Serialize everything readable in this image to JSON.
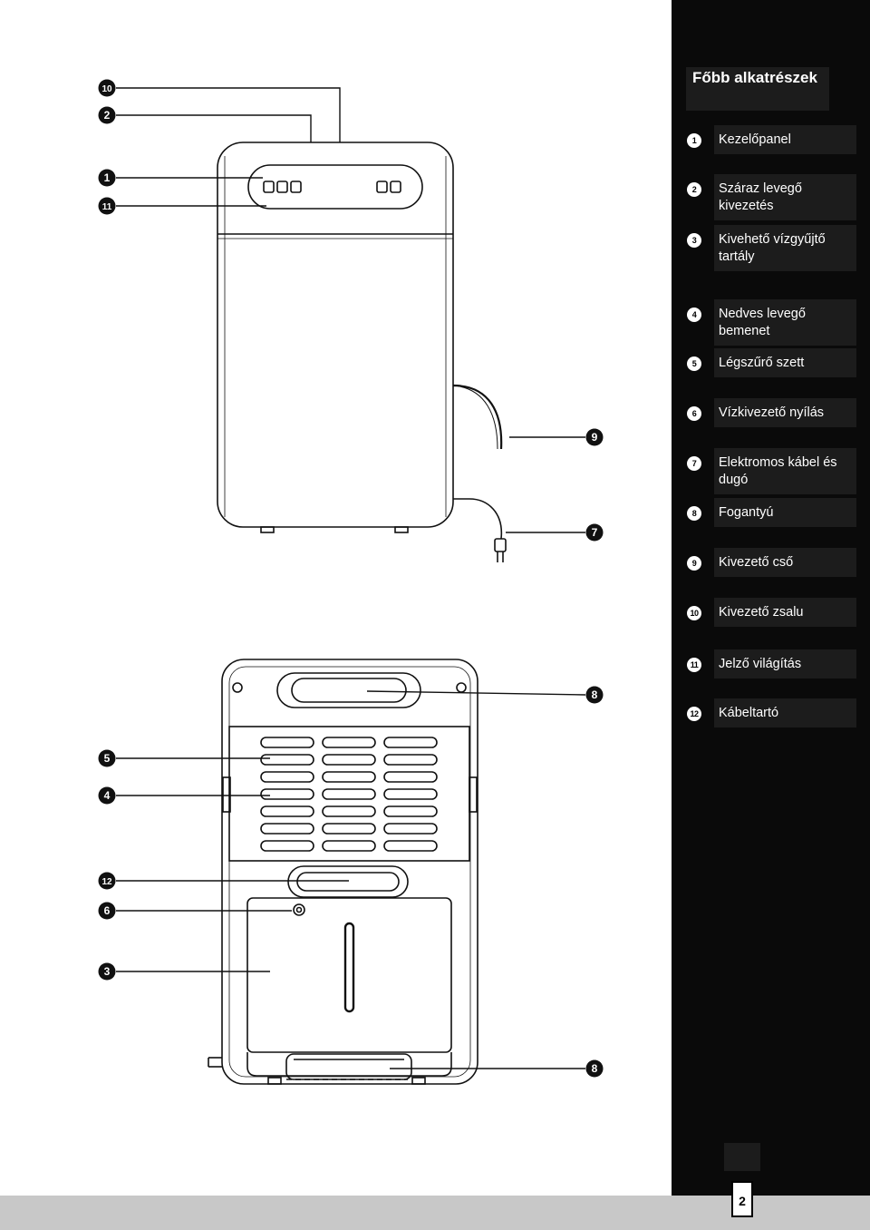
{
  "title": "Főbb alkatrészek",
  "callout_numbers": [
    "10",
    "2",
    "1",
    "11",
    "9",
    "7",
    "8",
    "5",
    "4",
    "12",
    "6",
    "3",
    "8"
  ],
  "legend": [
    {
      "number": "1",
      "label": "Kezelőpanel"
    },
    {
      "number": "2",
      "label": "Száraz levegő kivezetés"
    },
    {
      "number": "3",
      "label": "Kivehető vízgyűjtő tartály"
    },
    {
      "number": "4",
      "label": "Nedves levegő bemenet"
    },
    {
      "number": "5",
      "label": "Légszűrő szett"
    },
    {
      "number": "6",
      "label": "Vízkivezető nyílás"
    },
    {
      "number": "7",
      "label": "Elektromos kábel és dugó"
    },
    {
      "number": "8",
      "label": "Fogantyú"
    },
    {
      "number": "9",
      "label": "Kivezető cső"
    },
    {
      "number": "10",
      "label": "Kivezető zsalu"
    },
    {
      "number": "11",
      "label": "Jelző világítás"
    },
    {
      "number": "12",
      "label": "Kábeltartó"
    }
  ],
  "page_number": "2"
}
